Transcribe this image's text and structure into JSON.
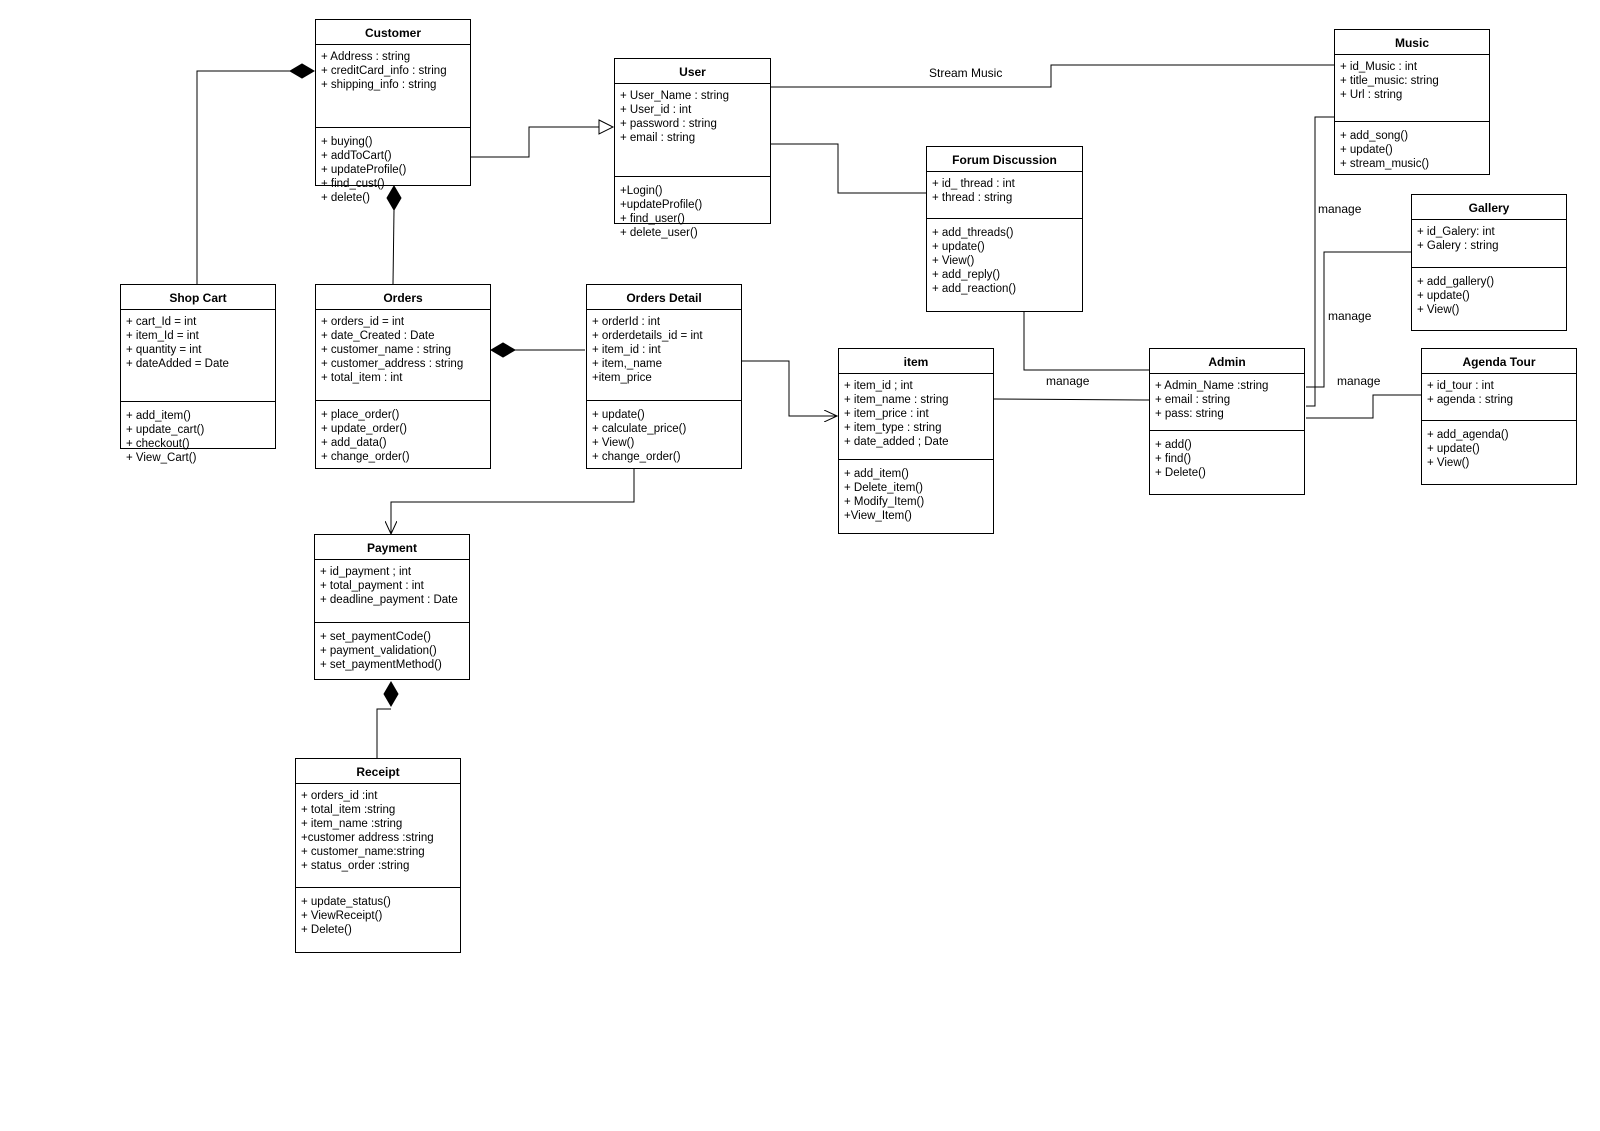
{
  "classes": {
    "customer": {
      "name": "Customer",
      "attributes": [
        "+ Address : string",
        "+ creditCard_info : string",
        "+ shipping_info : string"
      ],
      "operations": [
        "+ buying()",
        "+ addToCart()",
        "+ updateProfile()",
        "+ find_cust()",
        "+ delete()"
      ]
    },
    "user": {
      "name": "User",
      "attributes": [
        "+ User_Name : string",
        "+ User_id : int",
        "+ password : string",
        "+ email : string"
      ],
      "operations": [
        "+Login()",
        "+updateProfile()",
        "+ find_user()",
        "+ delete_user()"
      ]
    },
    "music": {
      "name": "Music",
      "attributes": [
        "+ id_Music : int",
        "+ title_music: string",
        "+ Url : string"
      ],
      "operations": [
        "+ add_song()",
        "+ update()",
        "+ stream_music()"
      ]
    },
    "forum": {
      "name": "Forum Discussion",
      "attributes": [
        "+ id_ thread : int",
        "+ thread : string"
      ],
      "operations": [
        "+ add_threads()",
        "+ update()",
        "+ View()",
        "+ add_reply()",
        "+ add_reaction()"
      ]
    },
    "gallery": {
      "name": "Gallery",
      "attributes": [
        "+ id_Galery: int",
        "+ Galery : string"
      ],
      "operations": [
        "+ add_gallery()",
        "+ update()",
        "+ View()"
      ]
    },
    "shopcart": {
      "name": "Shop Cart",
      "attributes": [
        "+ cart_Id  = int",
        "+ item_Id = int",
        "+ quantity = int",
        "+ dateAdded = Date"
      ],
      "operations": [
        "+ add_item()",
        "+ update_cart()",
        "+ checkout()",
        "+ View_Cart()"
      ]
    },
    "orders": {
      "name": "Orders",
      "attributes": [
        "+ orders_id = int",
        "+ date_Created : Date",
        "+ customer_name : string",
        "+ customer_address : string",
        "+ total_item : int"
      ],
      "operations": [
        "+ place_order()",
        "+ update_order()",
        "+ add_data()",
        "+ change_order()"
      ]
    },
    "ordersdetail": {
      "name": "Orders Detail",
      "attributes": [
        "+ orderId : int",
        "+ orderdetails_id = int",
        "+ item_id : int",
        "+ item,_name",
        "+item_price"
      ],
      "operations": [
        "+ update()",
        "+ calculate_price()",
        "+ View()",
        "+ change_order()"
      ]
    },
    "item": {
      "name": "item",
      "attributes": [
        "+ item_id ; int",
        "+ item_name : string",
        "+ item_price : int",
        "+ item_type : string",
        "+ date_added ; Date"
      ],
      "operations": [
        "+ add_item()",
        "+ Delete_item()",
        "+ Modify_Item()",
        "+View_Item()"
      ]
    },
    "admin": {
      "name": "Admin",
      "attributes": [
        "+ Admin_Name :string",
        "+ email : string",
        "+ pass: string"
      ],
      "operations": [
        "+ add()",
        "+ find()",
        "+ Delete()"
      ]
    },
    "agenda": {
      "name": "Agenda Tour",
      "attributes": [
        "+ id_tour : int",
        "+ agenda : string"
      ],
      "operations": [
        "+ add_agenda()",
        "+ update()",
        "+ View()"
      ]
    },
    "payment": {
      "name": "Payment",
      "attributes": [
        "+ id_payment ; int",
        "+ total_payment : int",
        "+ deadline_payment : Date"
      ],
      "operations": [
        "+ set_paymentCode()",
        "+ payment_validation()",
        "+ set_paymentMethod()"
      ]
    },
    "receipt": {
      "name": "Receipt",
      "attributes": [
        "+ orders_id :int",
        "+ total_item :string",
        "+ item_name :string",
        "+customer address :string",
        "+ customer_name:string",
        "+ status_order :string"
      ],
      "operations": [
        "+ update_status()",
        "+ ViewReceipt()",
        "+ Delete()"
      ]
    }
  },
  "labels": {
    "stream_music": "Stream Music",
    "manage_item": "manage",
    "manage_music": "manage",
    "manage_gallery": "manage",
    "manage_agenda": "manage"
  }
}
